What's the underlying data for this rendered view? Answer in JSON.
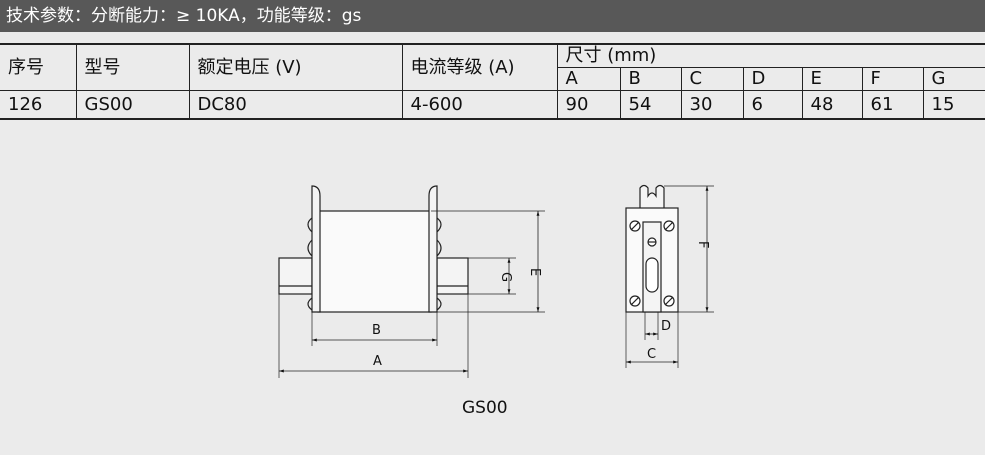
{
  "header": {
    "title": "技术参数：分断能力：≥ 10KA，功能等级：gs"
  },
  "table": {
    "headers": {
      "index": "序号",
      "model": "型号",
      "voltage": "额定电压 (V)",
      "current": "电流等级 (A)",
      "size": "尺寸 (mm)",
      "dims": [
        "A",
        "B",
        "C",
        "D",
        "E",
        "F",
        "G"
      ]
    },
    "row": {
      "index": "126",
      "model": "GS00",
      "voltage": "DC80",
      "current": "4-600",
      "dims": [
        "90",
        "54",
        "30",
        "6",
        "48",
        "61",
        "15"
      ]
    }
  },
  "drawing": {
    "labels": {
      "A": "A",
      "B": "B",
      "C": "C",
      "D": "D",
      "E": "E",
      "F": "F",
      "G": "G"
    },
    "caption": "GS00"
  }
}
